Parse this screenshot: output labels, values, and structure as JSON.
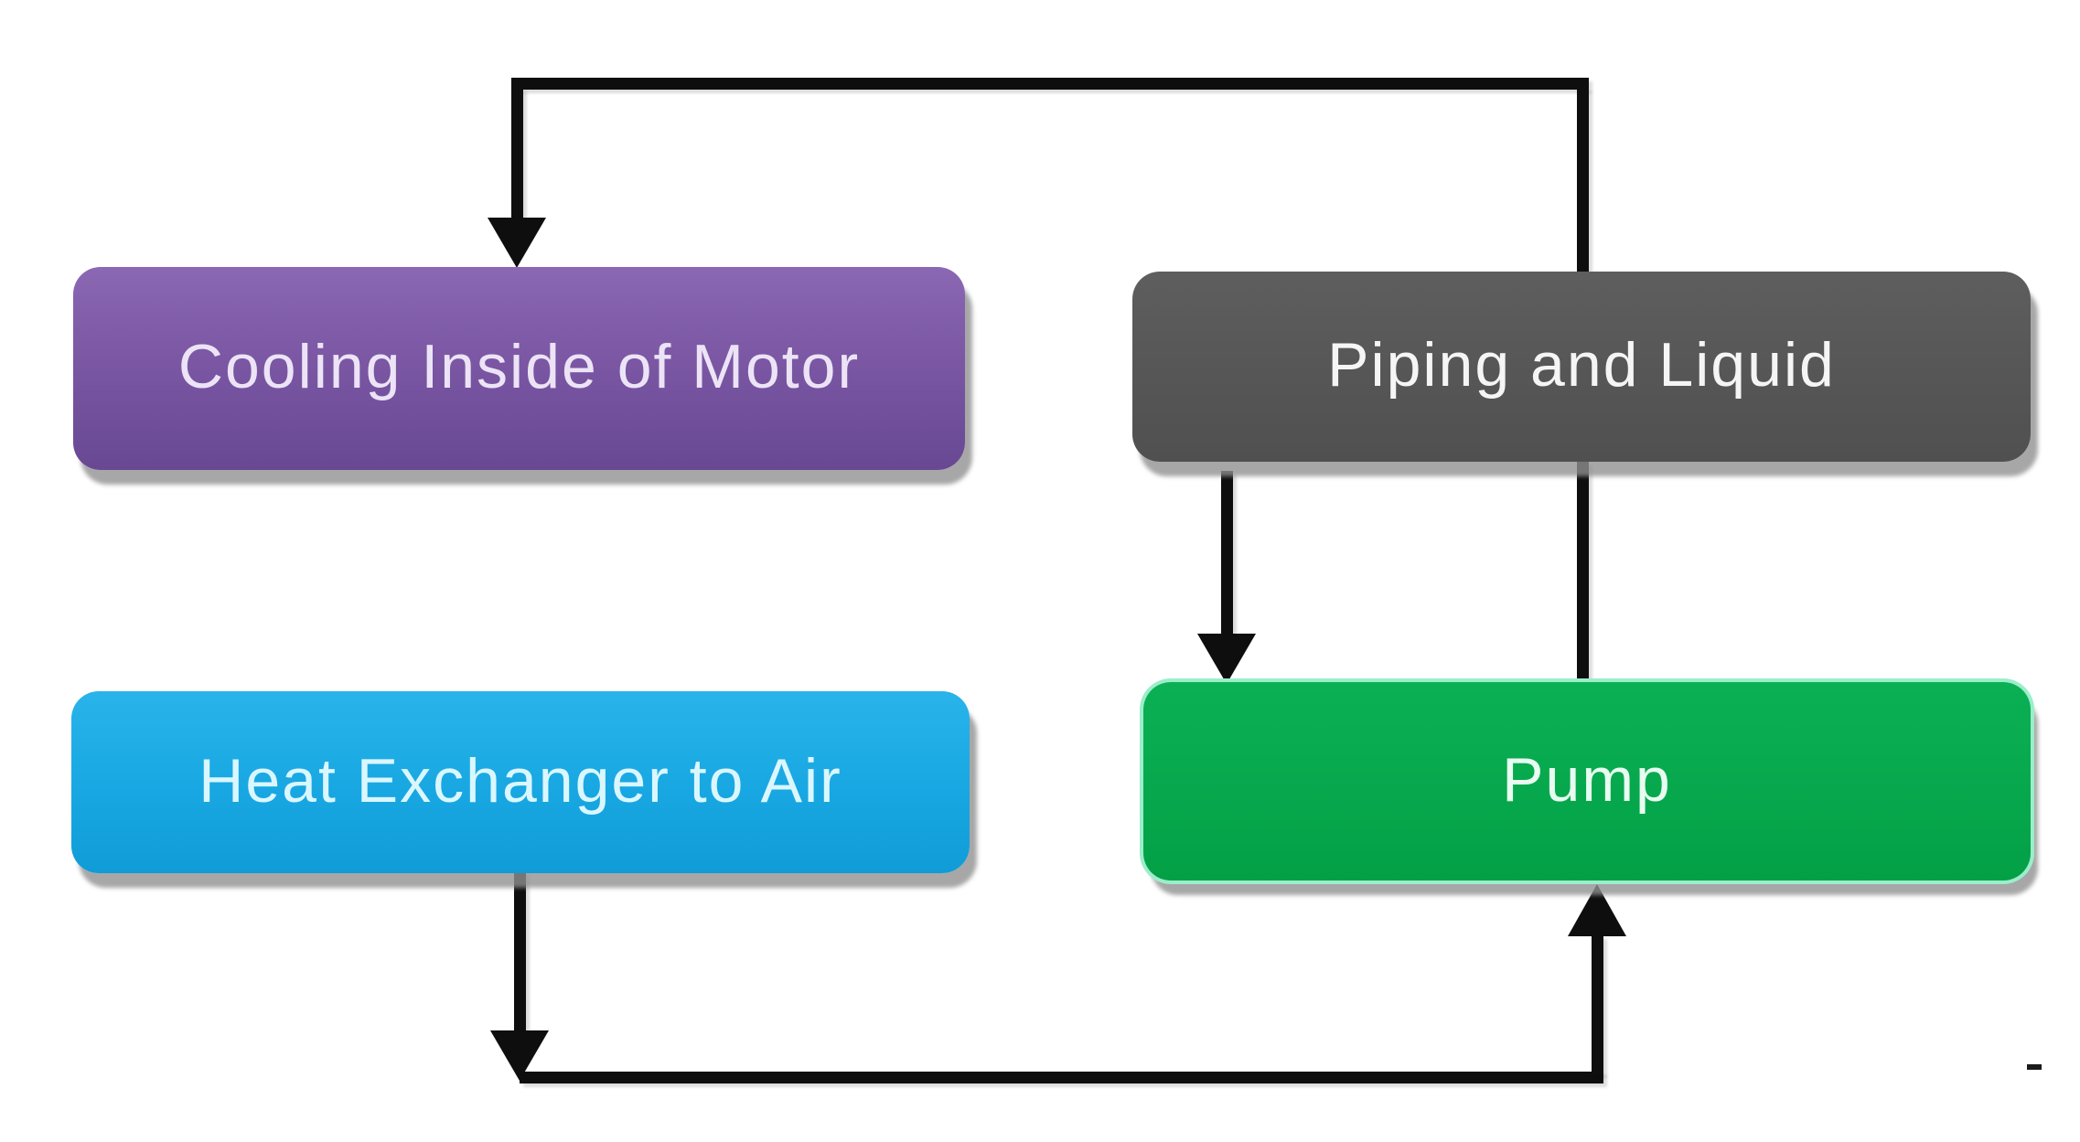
{
  "diagram": {
    "background_color": "#ffffff",
    "connector_color": "#0e0e0e",
    "shadow_color": "#a9a9a9",
    "nodes": [
      {
        "id": "cooling",
        "label": "Cooling Inside of Motor",
        "fill_color": "#7b57a4",
        "text_color": "#ece4f6"
      },
      {
        "id": "piping",
        "label": "Piping and Liquid",
        "fill_color": "#565656",
        "text_color": "#f5f5f5"
      },
      {
        "id": "heat",
        "label": "Heat Exchanger to Air",
        "fill_color": "#18a7e2",
        "text_color": "#daf7ff"
      },
      {
        "id": "pump",
        "label": "Pump",
        "fill_color": "#07a84d",
        "text_color": "#e8fcf1",
        "glow_color": "#9beecb"
      }
    ],
    "edges": [
      {
        "from": "pump",
        "to": "cooling",
        "route": "up right side, across top, down into box",
        "arrowhead": "down"
      },
      {
        "from": "piping",
        "to": "pump",
        "route": "straight down",
        "arrowhead": "down"
      },
      {
        "from": "heat",
        "to": "pump",
        "route": "down, across bottom, up into box",
        "arrowhead": "down-at-corner and up"
      }
    ]
  }
}
